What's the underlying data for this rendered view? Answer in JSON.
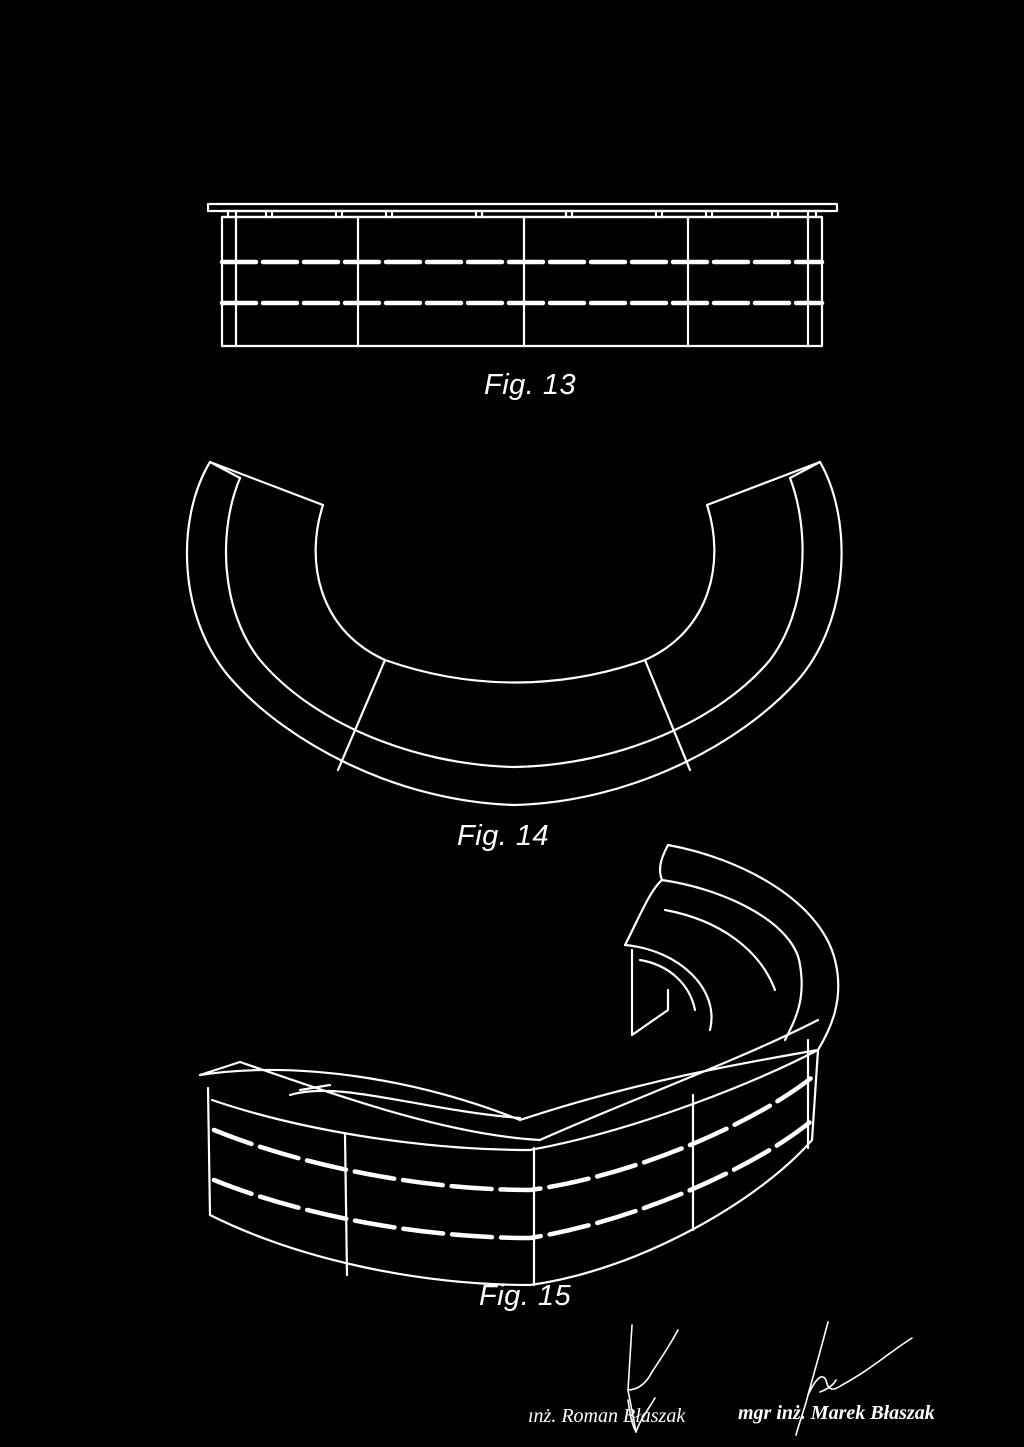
{
  "figures": {
    "fig13": {
      "label": "Fig. 13"
    },
    "fig14": {
      "label": "Fig. 14"
    },
    "fig15": {
      "label": "Fig. 15"
    }
  },
  "signatures": [
    {
      "name_text": "ınż. Roman Błaszak"
    },
    {
      "name_text": "mgr inż. Marek Błaszak"
    }
  ],
  "colors": {
    "background": "#000000",
    "line": "#ffffff"
  }
}
